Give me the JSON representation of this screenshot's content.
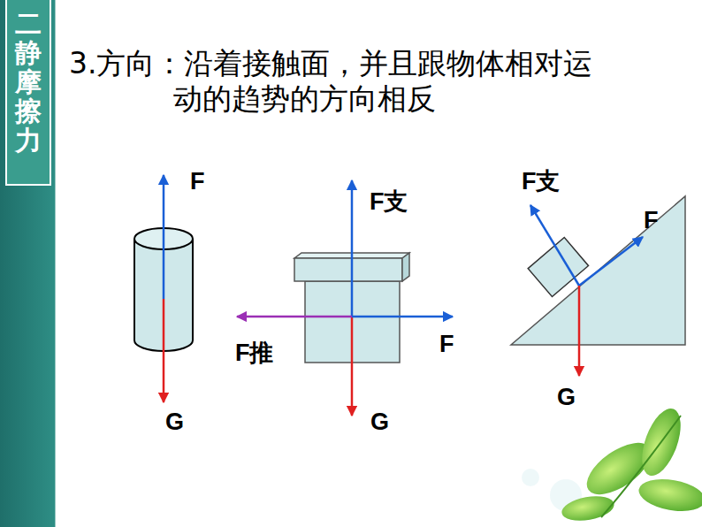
{
  "diagram": {
    "title": "3.方向：沿着接触面，并且跟物体相对运动的趋势的方向相反",
    "nodes": [
      {
        "text": [
          "二静摩擦力"
        ]
      }
    ],
    "labels": [
      "F",
      "G",
      "F支",
      "F推",
      "F",
      "G",
      "F支",
      "F",
      "G"
    ]
  }
}
